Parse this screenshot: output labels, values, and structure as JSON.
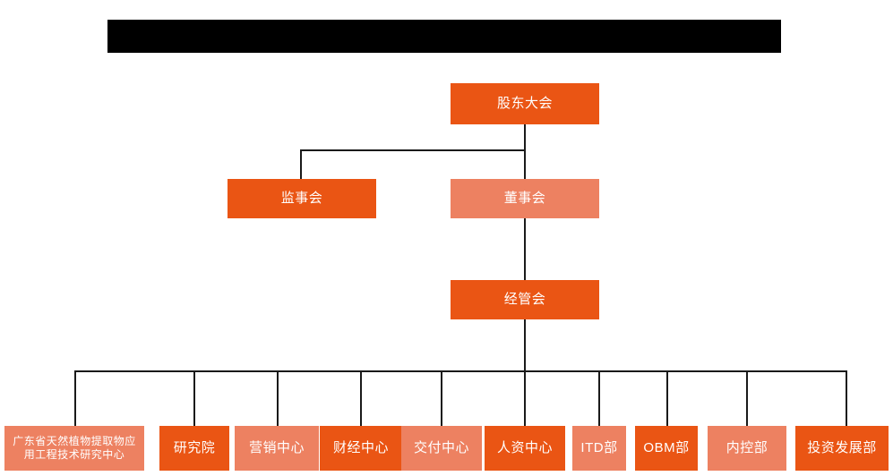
{
  "chart_data": {
    "type": "diagram",
    "title": "",
    "diagram_kind": "organization-chart",
    "colors": {
      "dark_orange": "#EA5514",
      "light_salmon": "#ED8161",
      "line": "#1a1a1a",
      "background": "#FFFFFF",
      "redaction": "#000000",
      "text": "#FFFFFF"
    },
    "levels": [
      {
        "level": 1,
        "nodes": [
          "股东大会"
        ]
      },
      {
        "level": 2,
        "nodes": [
          "监事会",
          "董事会"
        ]
      },
      {
        "level": 3,
        "nodes": [
          "经管会"
        ]
      },
      {
        "level": 4,
        "nodes": [
          "广东省天然植物提取物应用工程技术研究中心",
          "研究院",
          "营销中心",
          "财经中心",
          "交付中心",
          "人资中心",
          "ITD部",
          "OBM部",
          "内控部",
          "投资发展部"
        ]
      }
    ],
    "edges": [
      {
        "from": "股东大会",
        "to": "监事会"
      },
      {
        "from": "股东大会",
        "to": "董事会"
      },
      {
        "from": "董事会",
        "to": "经管会"
      },
      {
        "from": "经管会",
        "to": "广东省天然植物提取物应用工程技术研究中心"
      },
      {
        "from": "经管会",
        "to": "研究院"
      },
      {
        "from": "经管会",
        "to": "营销中心"
      },
      {
        "from": "经管会",
        "to": "财经中心"
      },
      {
        "from": "经管会",
        "to": "交付中心"
      },
      {
        "from": "经管会",
        "to": "人资中心"
      },
      {
        "from": "经管会",
        "to": "ITD部"
      },
      {
        "from": "经管会",
        "to": "OBM部"
      },
      {
        "from": "经管会",
        "to": "内控部"
      },
      {
        "from": "经管会",
        "to": "投资发展部"
      }
    ]
  },
  "nodes": {
    "shareholders_meeting": "股东大会",
    "board_of_supervisors": "监事会",
    "board_of_directors": "董事会",
    "management_committee": "经管会",
    "research_center": "广东省天然植物提取物应\n用工程技术研究中心",
    "research_institute": "研究院",
    "marketing_center": "营销中心",
    "finance_center": "财经中心",
    "delivery_center": "交付中心",
    "hr_center": "人资中心",
    "itd_department": "ITD部",
    "obm_department": "OBM部",
    "internal_control_department": "内控部",
    "investment_development_department": "投资发展部"
  }
}
